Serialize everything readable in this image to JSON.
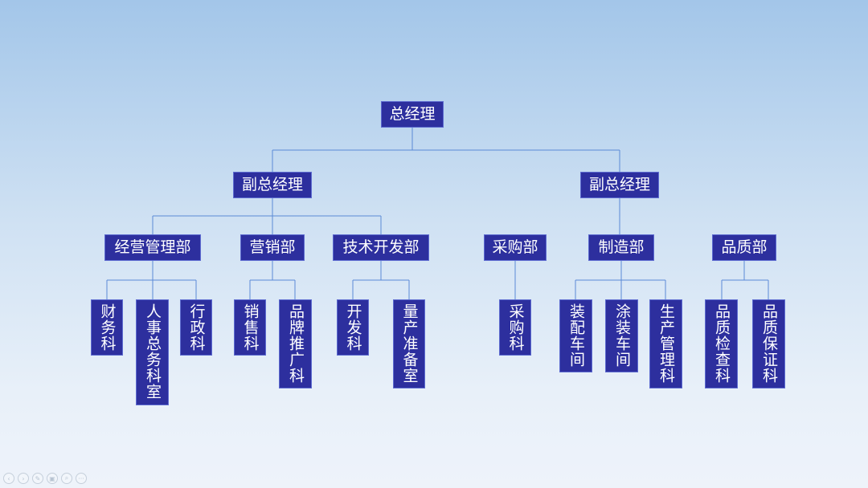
{
  "org": {
    "gm": "总经理",
    "vp_left": "副总经理",
    "vp_right": "副总经理",
    "depts": {
      "management": "经营管理部",
      "marketing": "营销部",
      "tech": "技术开发部",
      "purchasing": "采购部",
      "manufacturing": "制造部",
      "quality": "品质部"
    },
    "sections": {
      "finance": "财务科",
      "hr": "人事总务科室",
      "admin": "行政科",
      "sales": "销售科",
      "brand": "品牌推广科",
      "dev": "开发科",
      "mass_prep": "量产准备室",
      "purchase": "采购科",
      "assembly": "装配车间",
      "painting": "涂装车间",
      "production": "生产管理科",
      "inspection": "品质检查科",
      "assurance": "品质保证科"
    }
  },
  "nav": {
    "prev": "‹",
    "next": "›",
    "pen": "✎",
    "slides": "▣",
    "zoom": "⌕",
    "more": "···"
  },
  "colors": {
    "box_fill": "#2d2f9e",
    "connector": "#5b8ad6"
  }
}
